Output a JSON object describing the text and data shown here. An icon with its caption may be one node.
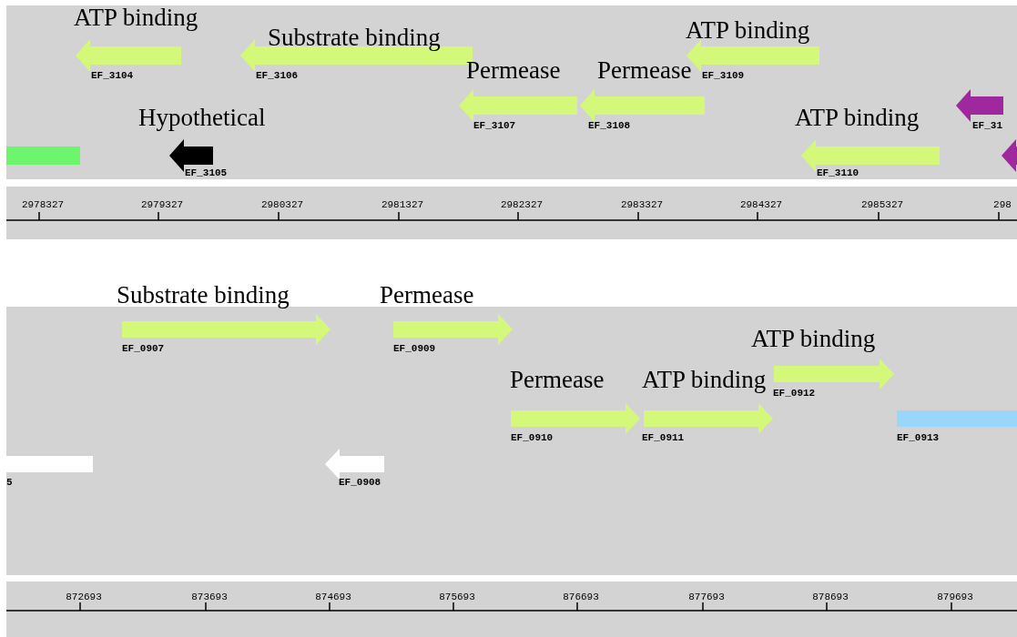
{
  "diagram": {
    "nodes": [
      {
        "text": [],
        "shape": "arrow",
        "beside": [
          "ATP binding",
          "EF_3104"
        ]
      },
      {
        "text": [],
        "shape": "arrow",
        "beside": [
          "Substrate binding",
          "EF_3106"
        ]
      },
      {
        "text": [],
        "shape": "arrow",
        "beside": [
          "ATP binding",
          "EF_3109"
        ]
      },
      {
        "text": [],
        "shape": "arrow",
        "beside": [
          "Permease",
          "EF_3107"
        ]
      },
      {
        "text": [],
        "shape": "arrow",
        "beside": [
          "Permease",
          "EF_3108"
        ]
      },
      {
        "text": [],
        "shape": "arrow",
        "beside": [
          "EF_31"
        ]
      },
      {
        "text": [],
        "shape": "arrow",
        "beside": [
          "Hypothetical",
          "EF_3105"
        ]
      },
      {
        "text": [],
        "shape": "arrow",
        "beside": [
          "ATP binding",
          "EF_3110"
        ]
      },
      {
        "text": [],
        "shape": "bar"
      },
      {
        "text": [],
        "shape": "arrow"
      },
      {
        "text": [],
        "shape": "arrow",
        "beside": [
          "Substrate binding",
          "EF_0907"
        ]
      },
      {
        "text": [],
        "shape": "arrow",
        "beside": [
          "Permease",
          "EF_0909"
        ]
      },
      {
        "text": [],
        "shape": "arrow",
        "beside": [
          "ATP binding",
          "EF_0912"
        ]
      },
      {
        "text": [],
        "shape": "arrow",
        "beside": [
          "Permease",
          "EF_0910"
        ]
      },
      {
        "text": [],
        "shape": "arrow",
        "beside": [
          "ATP binding",
          "EF_0911"
        ]
      },
      {
        "text": [],
        "shape": "bar",
        "beside": [
          "EF_0913"
        ]
      },
      {
        "text": [],
        "shape": "bar",
        "beside": [
          "5"
        ]
      },
      {
        "text": [],
        "shape": "arrow",
        "beside": [
          "EF_0908"
        ]
      }
    ],
    "labels": [
      "2978327",
      "2979327",
      "2980327",
      "2981327",
      "2982327",
      "2983327",
      "2984327",
      "2985327",
      "298",
      "872693",
      "873693",
      "874693",
      "875693",
      "876693",
      "877693",
      "878693",
      "879693"
    ]
  }
}
